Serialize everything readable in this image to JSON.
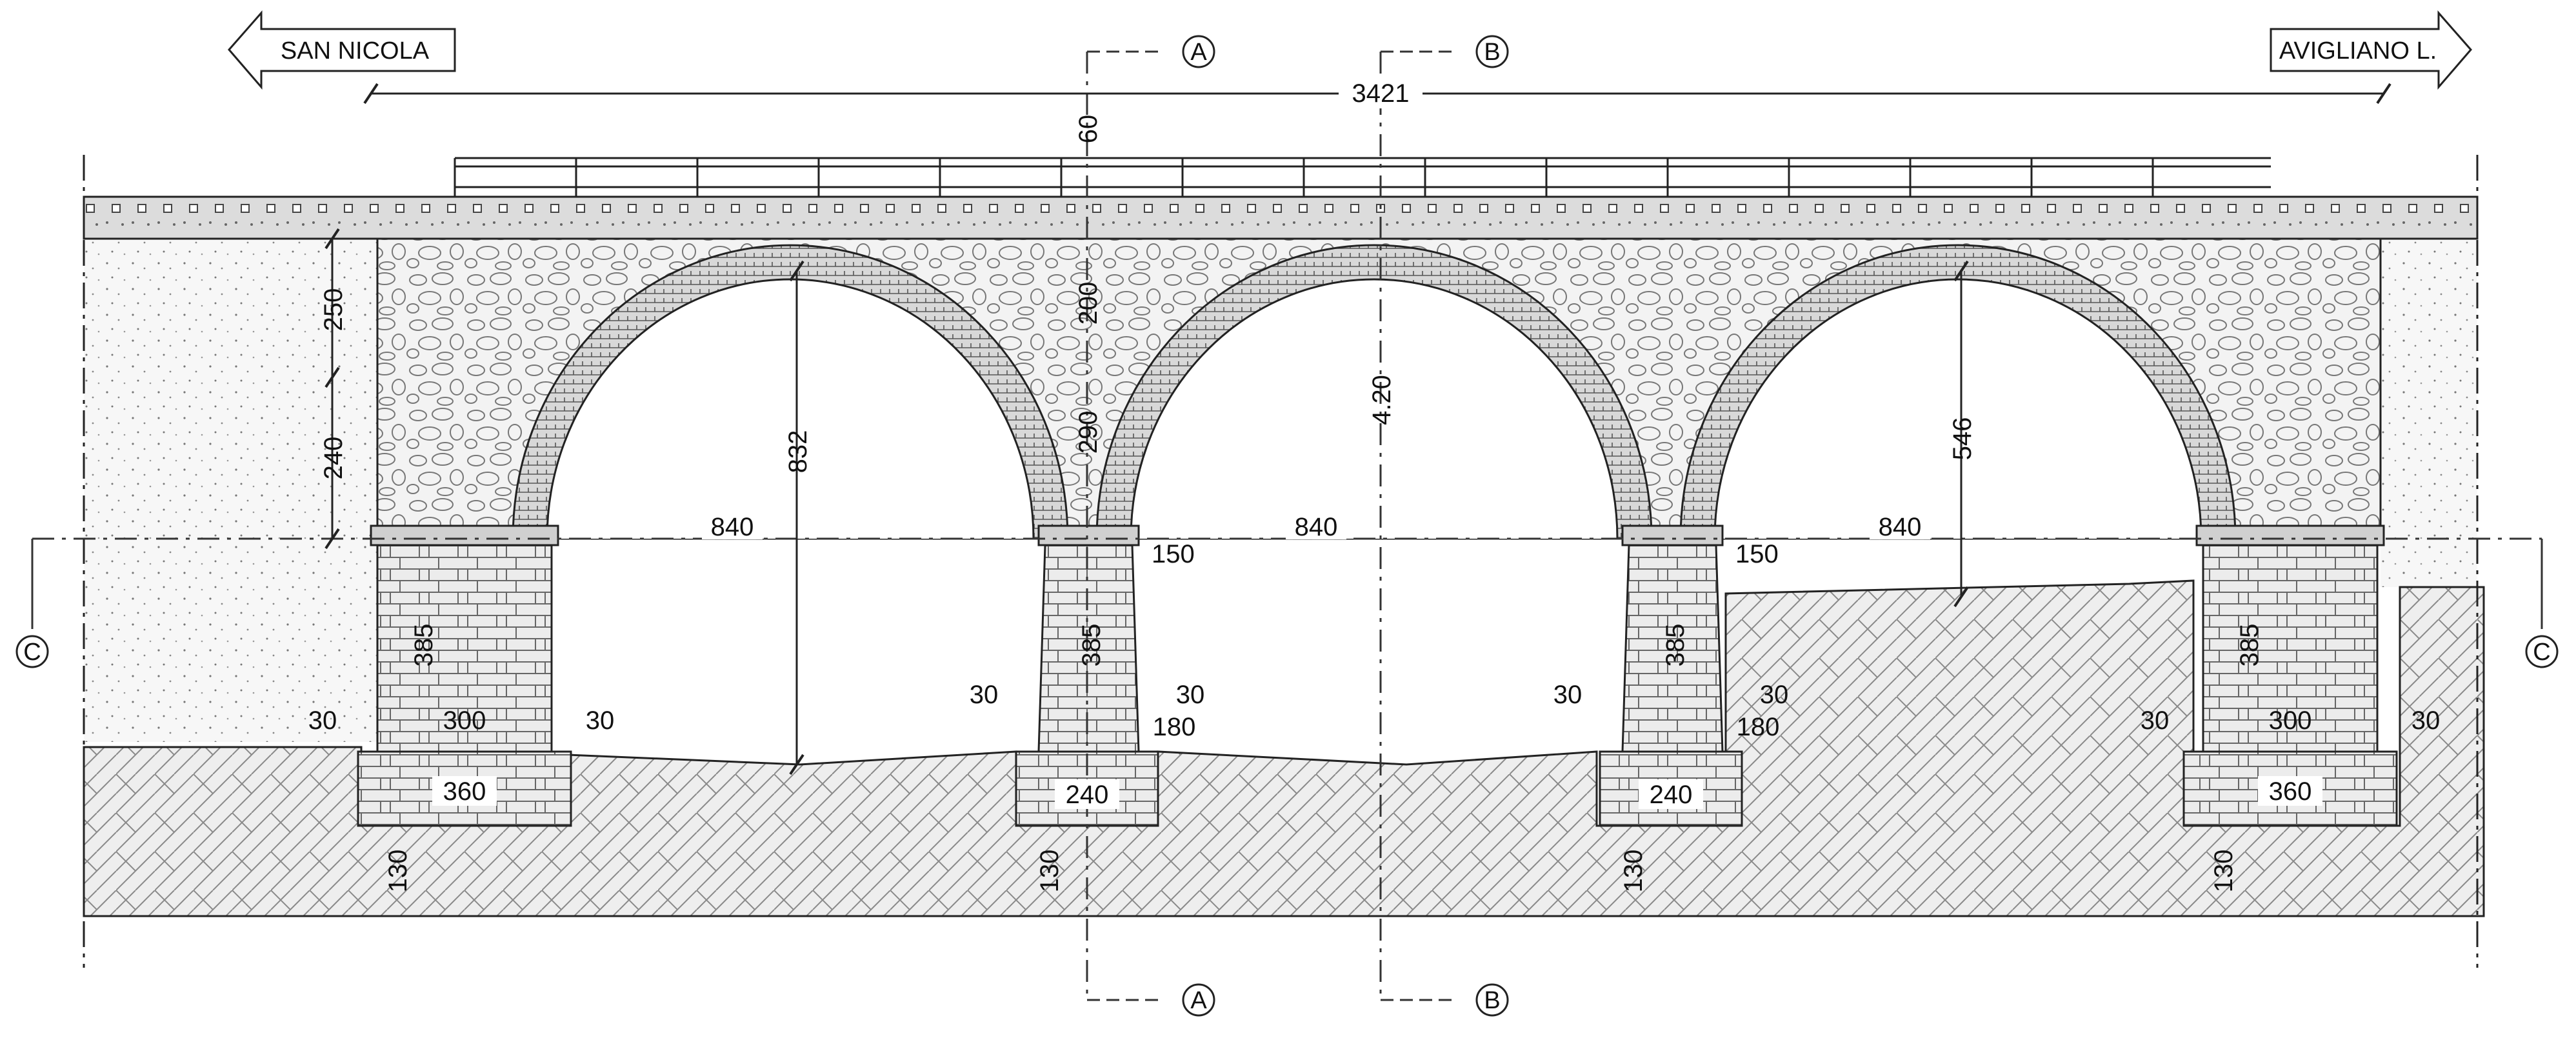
{
  "directions": {
    "left": "SAN NICOLA",
    "right": "AVIGLIANO L."
  },
  "sections": {
    "a": "A",
    "b": "B",
    "c": "C"
  },
  "dimensions": {
    "total_length": "3421",
    "deck_thickness": "60",
    "crown_fill": "200",
    "spandrel_upper": "250",
    "spandrel_lower": "240",
    "pier_to_springing": "290",
    "arch_rise_center": "4.20",
    "height_left": "832",
    "height_right": "546",
    "span": "840",
    "pier_cap": "150",
    "pier_height": "385",
    "offset": "30",
    "abutment_width": "300",
    "pier_width": "180",
    "abutment_footing": "360",
    "pier_footing": "240",
    "footing_depth": "130"
  },
  "colors": {
    "line": "#1a1a1a",
    "fill_light": "#f4f4f4",
    "fill_mid": "#e6e6e6",
    "fill_dark": "#cfcfcf"
  }
}
